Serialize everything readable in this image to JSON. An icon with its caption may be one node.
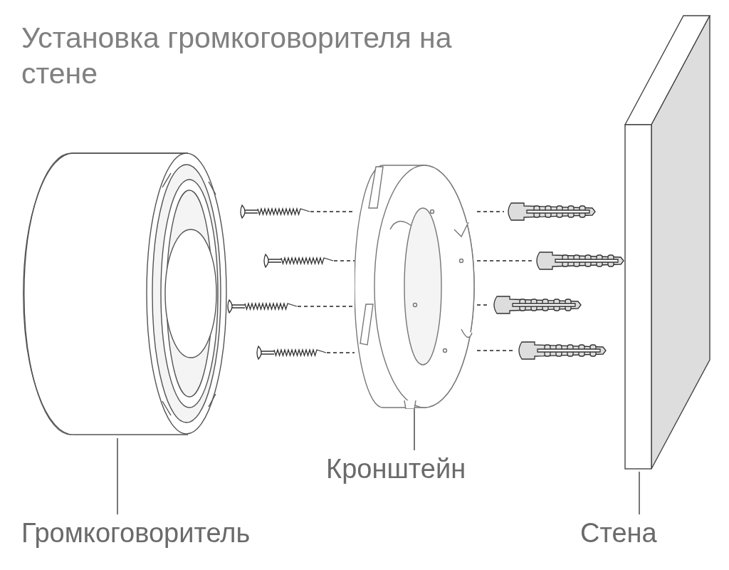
{
  "diagram": {
    "title": "Установка громкоговорителя на стене",
    "nodes": [
      {
        "text": [],
        "shape": "cylinder"
      },
      {
        "text": [],
        "shape": "picture"
      },
      {
        "text": [],
        "shape": "box"
      },
      {
        "text": [],
        "shape": "picture"
      },
      {
        "text": [],
        "shape": "picture"
      },
      {
        "text": [],
        "shape": "picture"
      },
      {
        "text": [],
        "shape": "picture"
      },
      {
        "text": [],
        "shape": "picture"
      },
      {
        "text": [],
        "shape": "picture"
      },
      {
        "text": [],
        "shape": "picture"
      },
      {
        "text": [],
        "shape": "picture"
      },
      {
        "text": [
          "Громкоговоритель"
        ]
      },
      {
        "text": [
          "Кронштейн"
        ]
      },
      {
        "text": [
          "Стена"
        ]
      }
    ],
    "edges": [
      {
        "from": 3,
        "to": 1,
        "arrow": "none",
        "style": "dashed"
      },
      {
        "from": 4,
        "to": 1,
        "arrow": "none",
        "style": "dashed"
      },
      {
        "from": 5,
        "to": 1,
        "arrow": "none",
        "style": "dashed"
      },
      {
        "from": 6,
        "to": 1,
        "arrow": "none",
        "style": "dashed"
      },
      {
        "from": 1,
        "to": 7,
        "arrow": "none",
        "style": "dashed"
      },
      {
        "from": 1,
        "to": 8,
        "arrow": "none",
        "style": "dashed"
      },
      {
        "from": 1,
        "to": 9,
        "arrow": "none",
        "style": "dashed"
      },
      {
        "from": 1,
        "to": 10,
        "arrow": "none",
        "style": "dashed"
      },
      {
        "from": 11,
        "to": 0,
        "arrow": "none"
      },
      {
        "from": 12,
        "to": 1,
        "arrow": "none"
      },
      {
        "from": 13,
        "to": 2,
        "arrow": "none"
      }
    ]
  }
}
